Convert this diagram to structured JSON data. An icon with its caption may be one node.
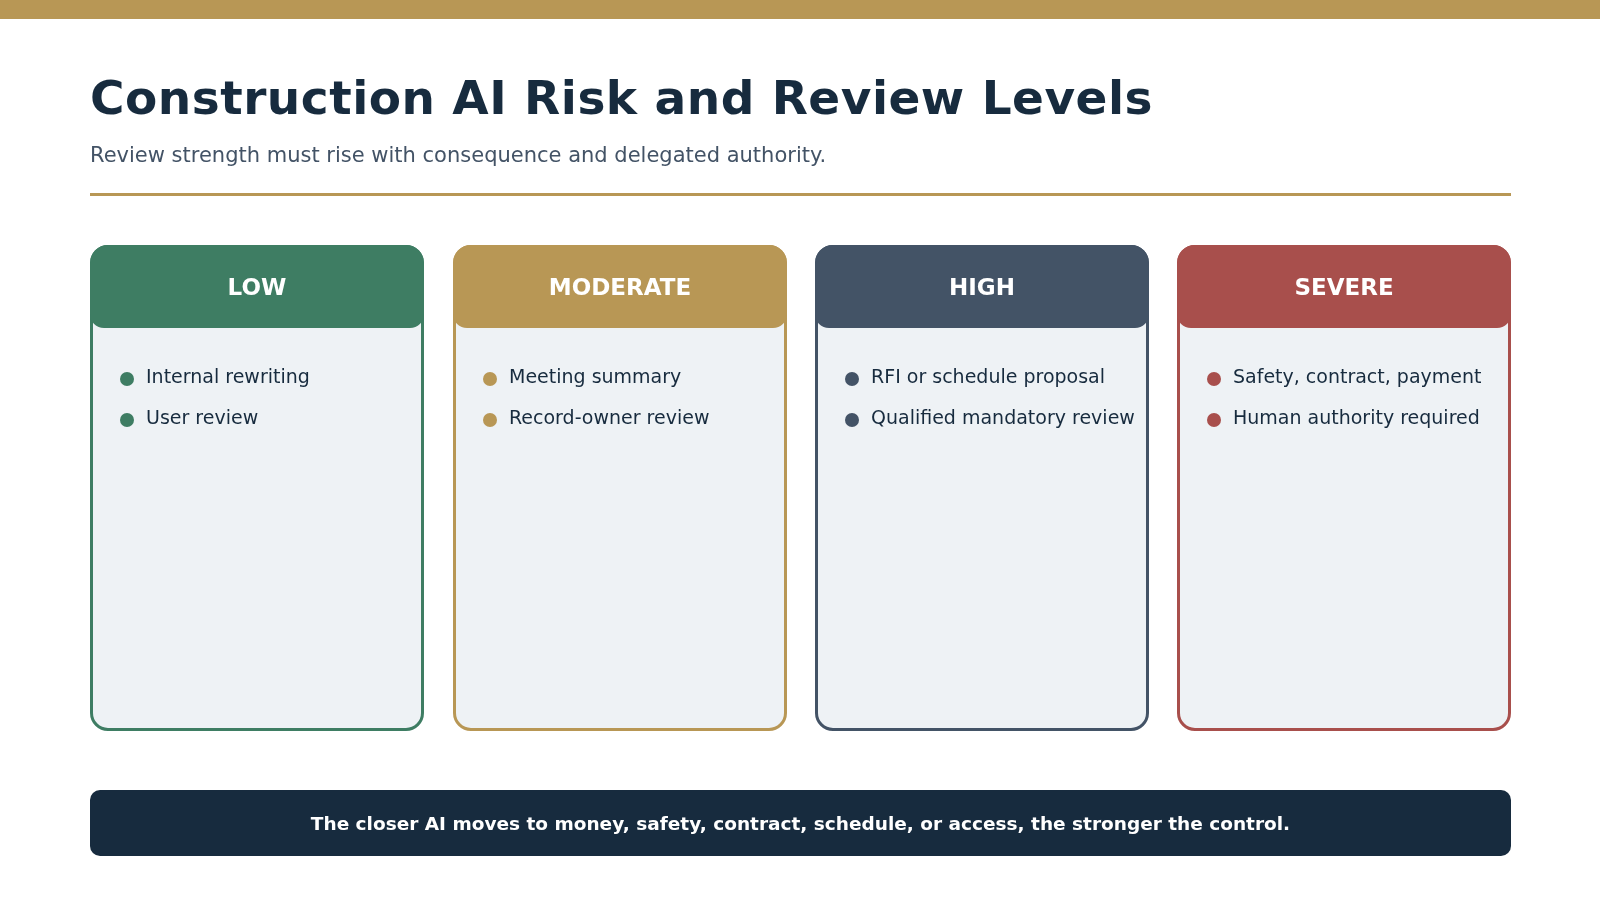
{
  "diagram": {
    "title": "Construction AI Risk and Review Levels",
    "caption": "Review strength must rise with consequence and delegated authority.",
    "nodes": [
      {
        "text": [
          "LOW",
          "Internal rewriting",
          "User review"
        ]
      },
      {
        "text": [
          "MODERATE",
          "Meeting summary",
          "Record-owner review"
        ]
      },
      {
        "text": [
          "HIGH",
          "RFI or schedule proposal",
          "Qualified mandatory review"
        ]
      },
      {
        "text": [
          "SEVERE",
          "Safety, contract, payment",
          "Human authority required"
        ]
      },
      {
        "text": [
          "The closer AI moves to money, safety, contract, schedule, or access, the stronger the control."
        ]
      }
    ]
  }
}
